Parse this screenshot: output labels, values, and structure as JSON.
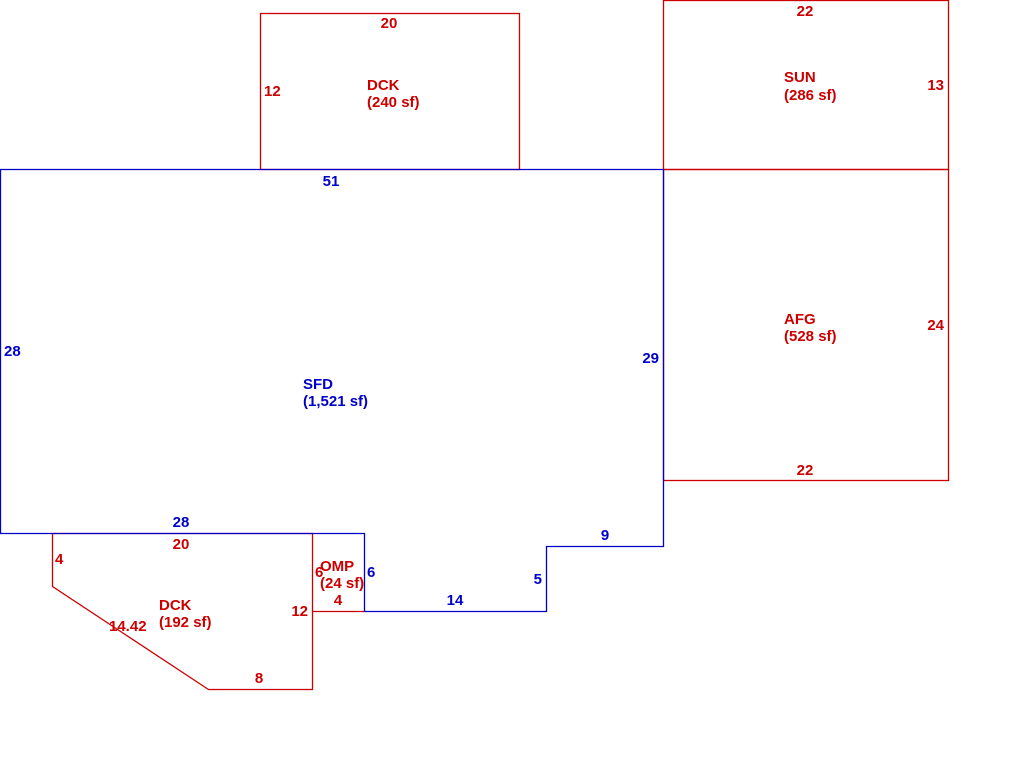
{
  "colors": {
    "main_structure": "#0000cc",
    "additions": "#cc0000",
    "background": "#ffffff"
  },
  "areas": {
    "sfd": {
      "code": "SFD",
      "area": "(1,521 sf)"
    },
    "dck_top": {
      "code": "DCK",
      "area": "(240 sf)"
    },
    "sun": {
      "code": "SUN",
      "area": "(286 sf)"
    },
    "afg": {
      "code": "AFG",
      "area": "(528 sf)"
    },
    "dck_bottom": {
      "code": "DCK",
      "area": "(192 sf)"
    },
    "omp": {
      "code": "OMP",
      "area": "(24 sf)"
    }
  },
  "dimensions": {
    "dck_top": {
      "top": "20",
      "left": "12"
    },
    "sun": {
      "top": "22",
      "right": "13"
    },
    "sfd": {
      "top": "51",
      "left": "28",
      "right": "29",
      "bottom_left": "28",
      "notch_top": "9",
      "notch_side": "5",
      "bottom_mid": "14",
      "omp_side": "6"
    },
    "afg": {
      "right": "24",
      "bottom": "22"
    },
    "dck_bottom": {
      "top": "20",
      "left": "4",
      "diagonal": "14.42",
      "right": "12",
      "bottom": "8"
    },
    "omp": {
      "left": "6",
      "bottom": "4"
    }
  }
}
